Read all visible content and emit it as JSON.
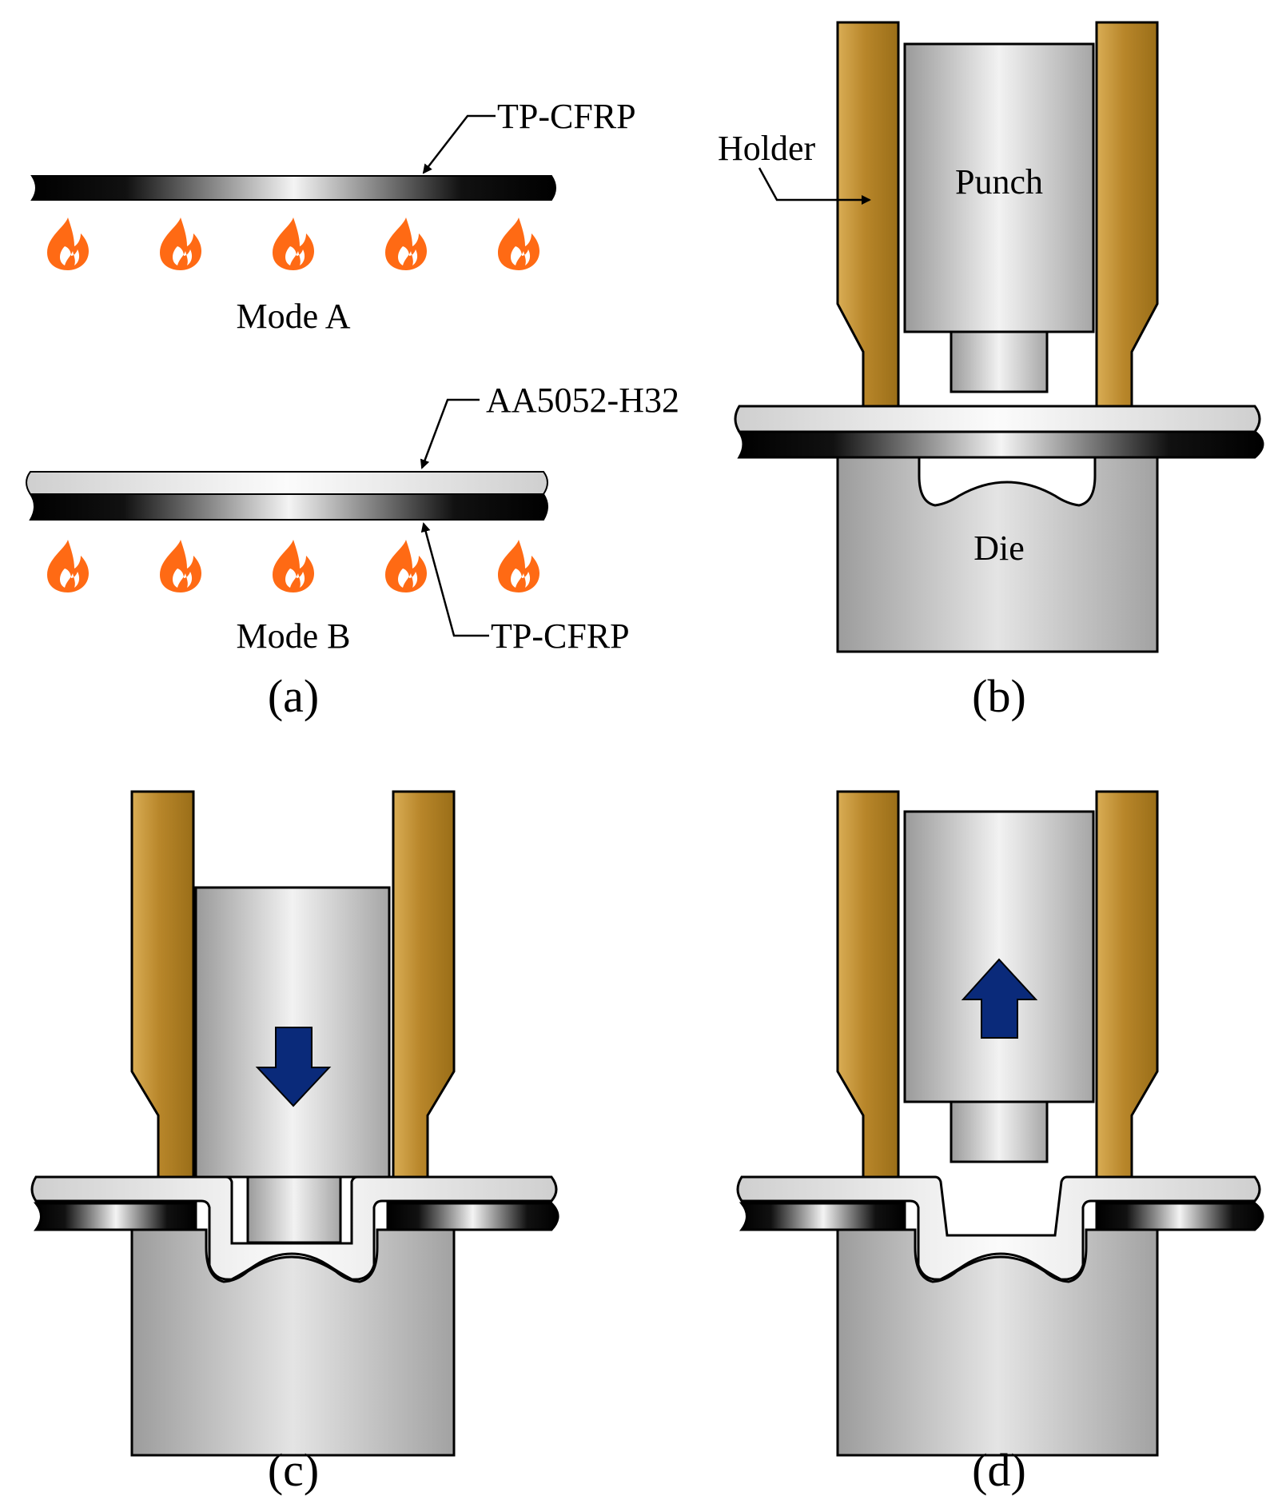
{
  "panel_a": {
    "caption": "(a)",
    "mode_a": {
      "label": "Mode A",
      "material_label": "TP-CFRP"
    },
    "mode_b": {
      "label": "Mode B",
      "top_material_label": "AA5052-H32",
      "bottom_material_label": "TP-CFRP"
    }
  },
  "panel_b": {
    "caption": "(b)",
    "holder_label": "Holder",
    "punch_label": "Punch",
    "die_label": "Die"
  },
  "panel_c": {
    "caption": "(c)",
    "arrow_direction": "down"
  },
  "panel_d": {
    "caption": "(d)",
    "arrow_direction": "up"
  },
  "colors": {
    "holder": "#b8862a",
    "flame": "#ff6a14",
    "arrow": "#0a2a7a",
    "cfrp": "#000000",
    "aluminum": "#e6e6e6",
    "steel": "#c9c9c9"
  }
}
